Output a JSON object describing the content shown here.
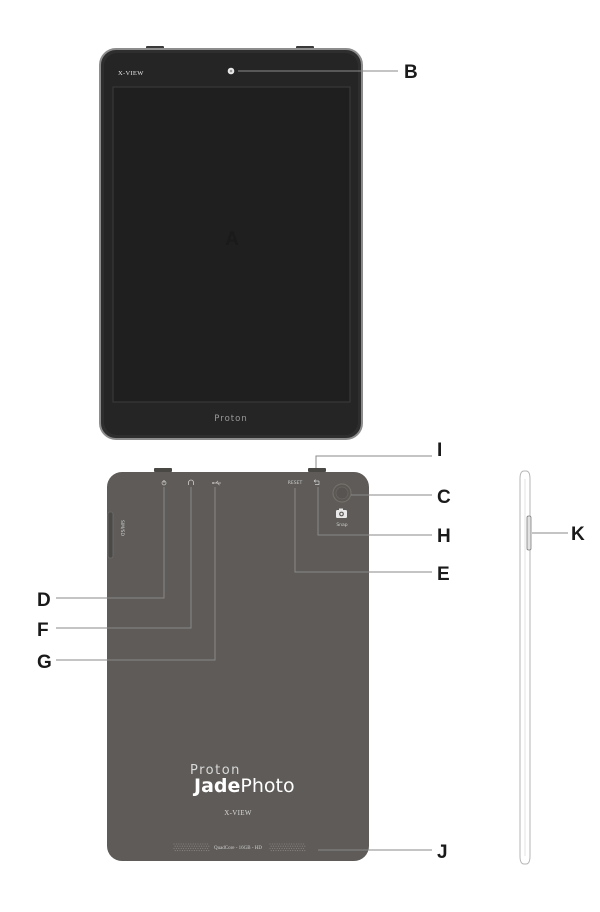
{
  "front": {
    "brand": "X-VIEW",
    "bezel_logo": "Proton"
  },
  "back": {
    "series": "Proton",
    "model_bold": "Jade",
    "model_regular": "Photo",
    "brand": "X-VIEW",
    "spec": "QuadCore - 16GB - HD",
    "reset_label": "RESET",
    "snap_label": "Snap",
    "slot_label": "SIM/SD"
  },
  "callouts": {
    "a": "A",
    "b": "B",
    "c": "C",
    "d": "D",
    "e": "E",
    "f": "F",
    "g": "G",
    "h": "H",
    "i": "I",
    "j": "J",
    "k": "K"
  },
  "colors": {
    "front_body": "#2e2e2e",
    "screen": "#1e1e1e",
    "back_body": "#5e5b58",
    "leader": "#8a8a8a"
  },
  "icons": {
    "front_camera": "camera-lens-icon",
    "power": "power-icon",
    "headphone": "headphone-icon",
    "usb": "usb-icon",
    "back": "back-arrow-icon",
    "snap": "camera-icon"
  }
}
